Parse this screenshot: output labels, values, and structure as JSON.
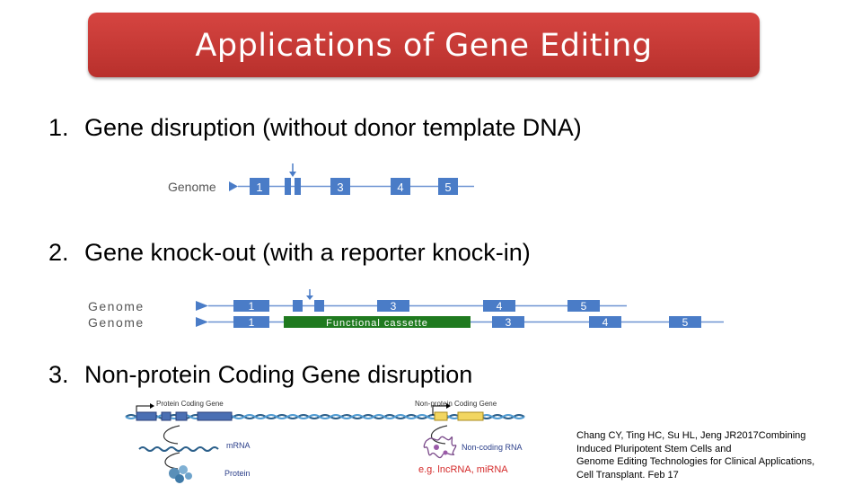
{
  "title": "Applications of Gene Editing",
  "items": [
    {
      "num": "1.",
      "text": "Gene disruption (without donor template DNA)"
    },
    {
      "num": "2.",
      "text": "Gene knock-out (with a reporter knock-in)"
    },
    {
      "num": "3.",
      "text": "Non-protein Coding Gene disruption"
    }
  ],
  "diagram1": {
    "genome_label": "Genome",
    "exons": [
      "1",
      "3",
      "4",
      "5"
    ]
  },
  "diagram2": {
    "row1_label": "Genome",
    "row1_exons": [
      "1",
      "3",
      "4",
      "5"
    ],
    "row2_label": "Genome",
    "row2_exons": [
      "1",
      "3",
      "4",
      "5"
    ],
    "cassette_label": "Functional cassette"
  },
  "diagram3": {
    "protein_coding_label": "Protein Coding Gene",
    "non_protein_label": "Non-protein Coding Gene",
    "mrna_label": "mRNA",
    "protein_label": "Protein",
    "ncrna_label": "Non-coding RNA",
    "example_label": "e.g. lncRNA, miRNA"
  },
  "citation": [
    "Chang CY, Ting HC, Su HL, Jeng JR2017Combining",
    "Induced Pluripotent Stem Cells and",
    "Genome Editing Technologies for Clinical Applications,",
    "Cell Transplant. Feb 17"
  ],
  "colors": {
    "banner": "#c83a36",
    "exon_blue": "#4a7cc7",
    "line_blue": "#6d93d2",
    "cassette_green": "#1f7a1f",
    "gene_yellow": "#f2d661",
    "example_red": "#d42a2a"
  }
}
